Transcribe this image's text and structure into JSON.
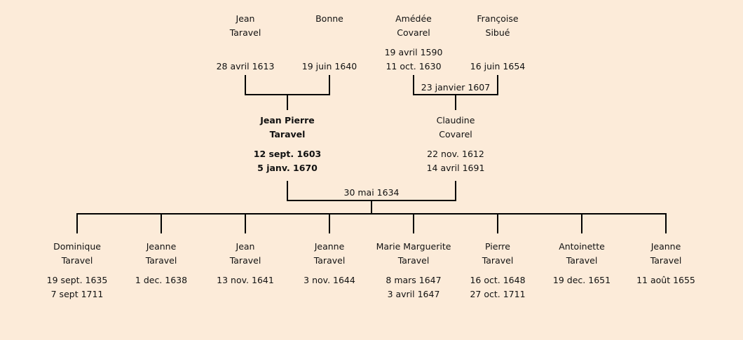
{
  "grandparents": [
    {
      "first": "Jean",
      "last": "Taravel",
      "birth": "",
      "death": "28 avril 1613"
    },
    {
      "first": "Bonne",
      "last": "",
      "birth": "",
      "death": "19 juin 1640"
    },
    {
      "first": "Amédée",
      "last": "Covarel",
      "birth": "19 avril 1590",
      "death": "11 oct. 1630"
    },
    {
      "first": "Françoise",
      "last": "Sibué",
      "birth": "",
      "death": "16 juin 1654"
    }
  ],
  "grandparent_marriages": [
    "",
    "23 janvier 1607"
  ],
  "parents": [
    {
      "first": "Jean Pierre",
      "last": "Taravel",
      "birth": "12 sept. 1603",
      "death": "5 janv. 1670"
    },
    {
      "first": "Claudine",
      "last": "Covarel",
      "birth": "22 nov. 1612",
      "death": "14 avril 1691"
    }
  ],
  "parent_marriage": "30 mai 1634",
  "children": [
    {
      "first": "Dominique",
      "last": "Taravel",
      "birth": "19 sept. 1635",
      "death": "7 sept 1711"
    },
    {
      "first": "Jeanne",
      "last": "Taravel",
      "birth": "1 dec. 1638",
      "death": ""
    },
    {
      "first": "Jean",
      "last": "Taravel",
      "birth": "13 nov. 1641",
      "death": ""
    },
    {
      "first": "Jeanne",
      "last": "Taravel",
      "birth": "3 nov. 1644",
      "death": ""
    },
    {
      "first": "Marie Marguerite",
      "last": "Taravel",
      "birth": "8 mars 1647",
      "death": "3 avril 1647"
    },
    {
      "first": "Pierre",
      "last": "Taravel",
      "birth": "16 oct. 1648",
      "death": "27 oct. 1711"
    },
    {
      "first": "Antoinette",
      "last": "Taravel",
      "birth": "19 dec. 1651",
      "death": ""
    },
    {
      "first": "Jeanne",
      "last": "Taravel",
      "birth": "11 août 1655",
      "death": ""
    }
  ]
}
